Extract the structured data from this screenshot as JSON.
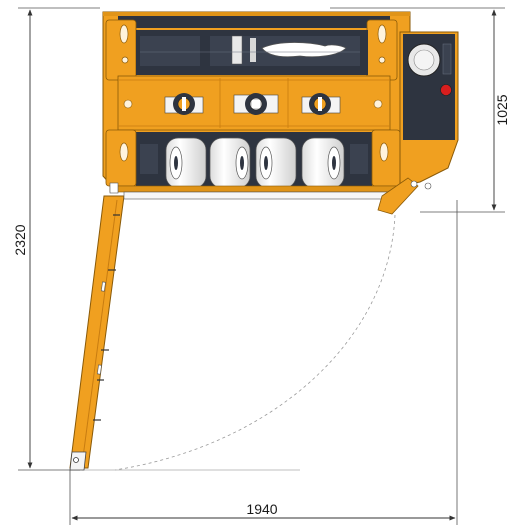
{
  "dimensions": {
    "height_total": "2320",
    "height_partial": "1025",
    "width_total": "1940"
  },
  "colors": {
    "frame_orange": "#F0A020",
    "frame_orange_dark": "#C87C10",
    "panel_dark": "#2E3440",
    "roll_white": "#F7F7F7",
    "dimension_line": "#333333",
    "emergency_stop_red": "#D81E1E"
  },
  "components": {
    "film_rolls": 4,
    "control_knobs": 3
  }
}
